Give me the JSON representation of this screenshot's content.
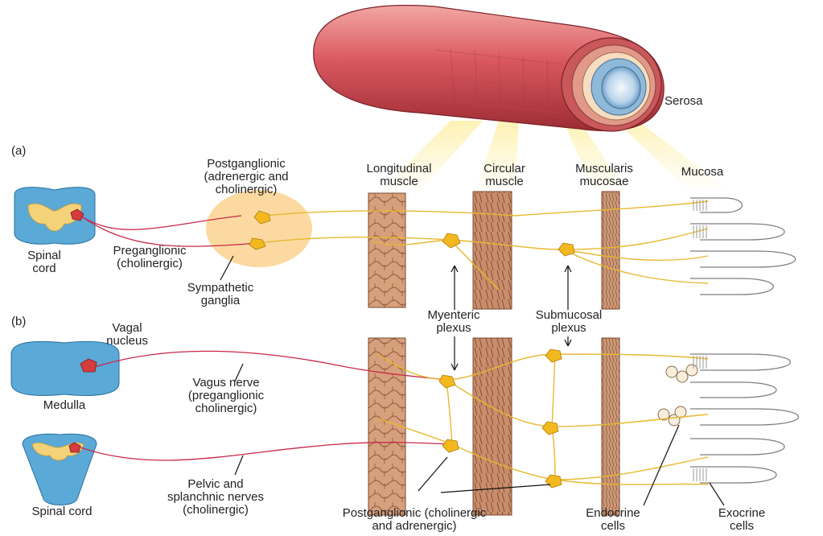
{
  "panels": {
    "a": "(a)",
    "b": "(b)"
  },
  "labels": {
    "serosa": "Serosa",
    "longitudinal_muscle": [
      "Longitudinal",
      "muscle"
    ],
    "circular_muscle": [
      "Circular",
      "muscle"
    ],
    "muscularis_mucosae": [
      "Muscularis",
      "mucosae"
    ],
    "mucosa": "Mucosa",
    "postganglionic_a": [
      "Postganglionic",
      "(adrenergic and",
      "cholinergic)"
    ],
    "spinal_cord_a": [
      "Spinal",
      "cord"
    ],
    "preganglionic": [
      "Preganglionic",
      "(cholinergic)"
    ],
    "sympathetic_ganglia": [
      "Sympathetic",
      "ganglia"
    ],
    "myenteric_plexus": [
      "Myenteric",
      "plexus"
    ],
    "submucosal_plexus": [
      "Submucosal",
      "plexus"
    ],
    "vagal_nucleus": [
      "Vagal",
      "nucleus"
    ],
    "medulla": "Medulla",
    "vagus_nerve": [
      "Vagus nerve",
      "(preganglionic",
      "cholinergic)"
    ],
    "pelvic_nerves": [
      "Pelvic and",
      "splanchnic nerves",
      "(cholinergic)"
    ],
    "spinal_cord_b": "Spinal cord",
    "postganglionic_b": [
      "Postganglionic (cholinergic",
      "and adrenergic)"
    ],
    "endocrine_cells": [
      "Endocrine",
      "cells"
    ],
    "exocrine_cells": [
      "Exocrine",
      "cells"
    ]
  },
  "colors": {
    "nerve_yellow": "#e8b830",
    "nerve_red": "#c8284a",
    "tube_red": "#d9575e",
    "muscle_tan": "#c89070",
    "mucosa_blue": "#8fb9d8",
    "cord_blue": "#5aa9d6",
    "ganglia_glow": "#fbd9a0",
    "spotlight": "#fdf1b0"
  }
}
